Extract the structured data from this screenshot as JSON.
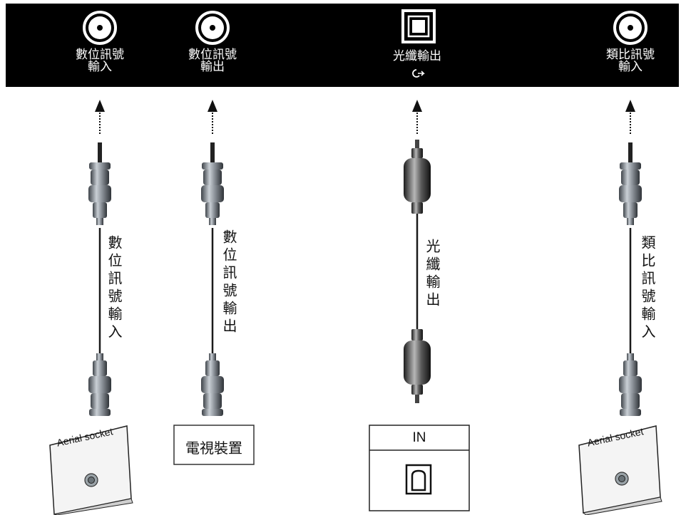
{
  "ports": [
    {
      "label": "數位訊號\n輸入",
      "icon": "coax-port-icon"
    },
    {
      "label": "數位訊號\n輸出",
      "icon": "coax-port-icon"
    },
    {
      "label": "光纖輸出",
      "icon": "optical-port-icon"
    },
    {
      "label": "類比訊號\n輸入",
      "icon": "coax-port-icon"
    }
  ],
  "cables": [
    {
      "label": "數位訊號輸入",
      "type": "coax"
    },
    {
      "label": "數位訊號輸出",
      "type": "coax"
    },
    {
      "label": "光纖輸出",
      "type": "optical"
    },
    {
      "label": "類比訊號輸入",
      "type": "coax"
    }
  ],
  "devices": {
    "aerial_left": "Aerial socket",
    "tv": "電視裝置",
    "optical_in": "IN",
    "aerial_right": "Aerial socket"
  },
  "colors": {
    "bar": "#000000",
    "cable": "#1a1a1a",
    "connector": "#8a9097"
  }
}
